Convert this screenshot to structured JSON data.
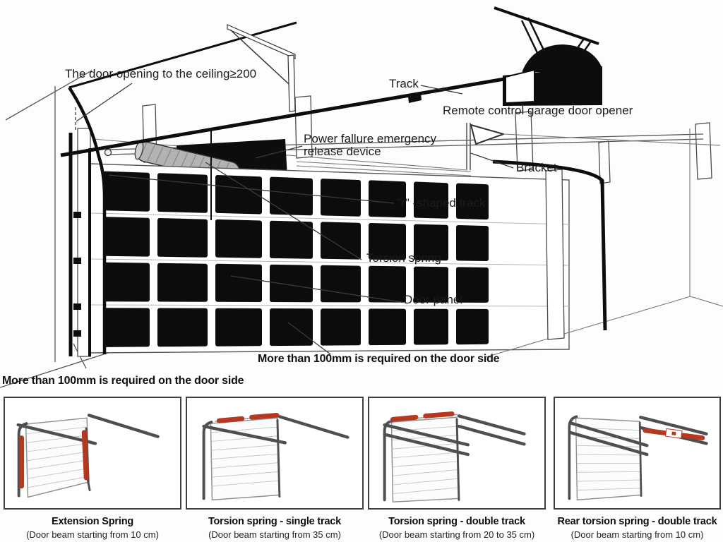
{
  "diagram": {
    "labels": {
      "ceiling_clearance": "The door opening to the ceiling≥200",
      "track": "Track",
      "opener": "Remote control garage door opener",
      "power_failure_line1": "Power fallure emergency",
      "power_failure_line2": "release device",
      "bracket": "Bracket",
      "r_shaped_track": "\"r\" -shaped track",
      "torsion_spring": "Torsion spring",
      "door_panel": "Door panel",
      "door_side_clearance_right": "More than 100mm is required on the door side",
      "door_side_clearance_left": "More than 100mm is required on the door side"
    }
  },
  "panels": [
    {
      "title": "Extension Spring",
      "subtitle": "(Door beam starting from 10 cm)"
    },
    {
      "title": "Torsion spring - single track",
      "subtitle": "(Door beam starting from 35 cm)"
    },
    {
      "title": "Torsion spring - double track",
      "subtitle": "(Door beam starting from 20 to 35 cm)"
    },
    {
      "title": "Rear torsion spring - double track",
      "subtitle": "(Door beam starting from 10 cm)"
    }
  ],
  "colors": {
    "spring_red": "#b5381f",
    "track_gray": "#4f4f4f",
    "ink": "#0d0d0d"
  }
}
